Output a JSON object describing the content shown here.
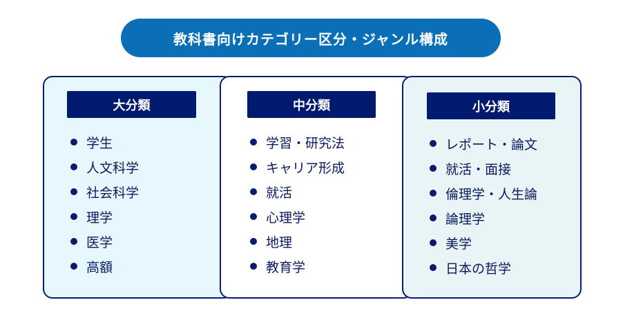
{
  "title": "教科書向けカテゴリー区分・ジャンル構成",
  "panels": [
    {
      "header": "大分類",
      "items": [
        "学生",
        "人文科学",
        "社会科学",
        "理学",
        "医学",
        "高額"
      ]
    },
    {
      "header": "中分類",
      "items": [
        "学習・研究法",
        "キャリア形成",
        "就活",
        "心理学",
        "地理",
        "教育学"
      ]
    },
    {
      "header": "小分類",
      "items": [
        "レポート・論文",
        "就活・面接",
        "倫理学・人生論",
        "論理学",
        "美学",
        "日本の哲学"
      ]
    }
  ]
}
